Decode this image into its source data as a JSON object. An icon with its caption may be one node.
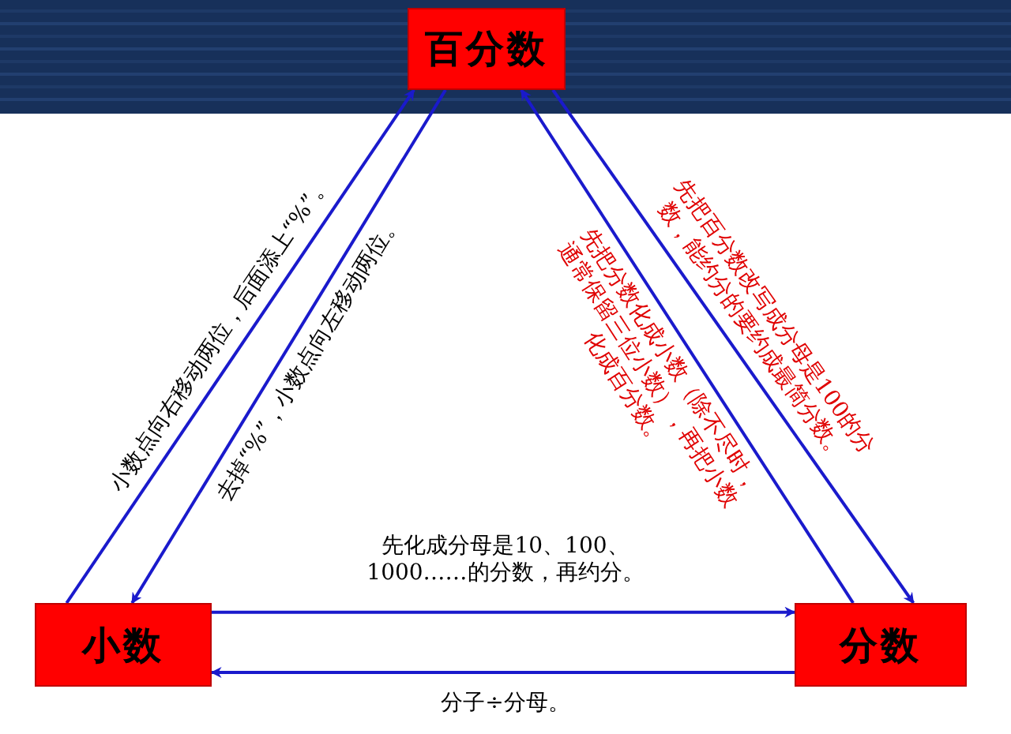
{
  "diagram": {
    "nodes": [
      {
        "text": [
          "百分数"
        ]
      },
      {
        "text": [
          "小数"
        ]
      },
      {
        "text": [
          "分数"
        ]
      }
    ],
    "edges": [
      {
        "from": 1,
        "to": 0,
        "arrow": "to",
        "label": "小数点向右移动两位，后面添上“%”。"
      },
      {
        "from": 0,
        "to": 1,
        "arrow": "to",
        "label": "去掉“%”，小数点向左移动两位。"
      },
      {
        "from": 0,
        "to": 2,
        "arrow": "to",
        "label": "先把百分数改写成分母是100的分数，能约分的要约成最简分数。"
      },
      {
        "from": 2,
        "to": 0,
        "arrow": "to",
        "label": "先把分数化成小数（除不尽时，通常保留三位小数），再把小数化成百分数。"
      },
      {
        "from": 1,
        "to": 2,
        "arrow": "to",
        "label": "先化成分母是10、100、1000……的分数，再约分。"
      },
      {
        "from": 2,
        "to": 1,
        "arrow": "to",
        "label": "分子÷分母。"
      }
    ]
  }
}
